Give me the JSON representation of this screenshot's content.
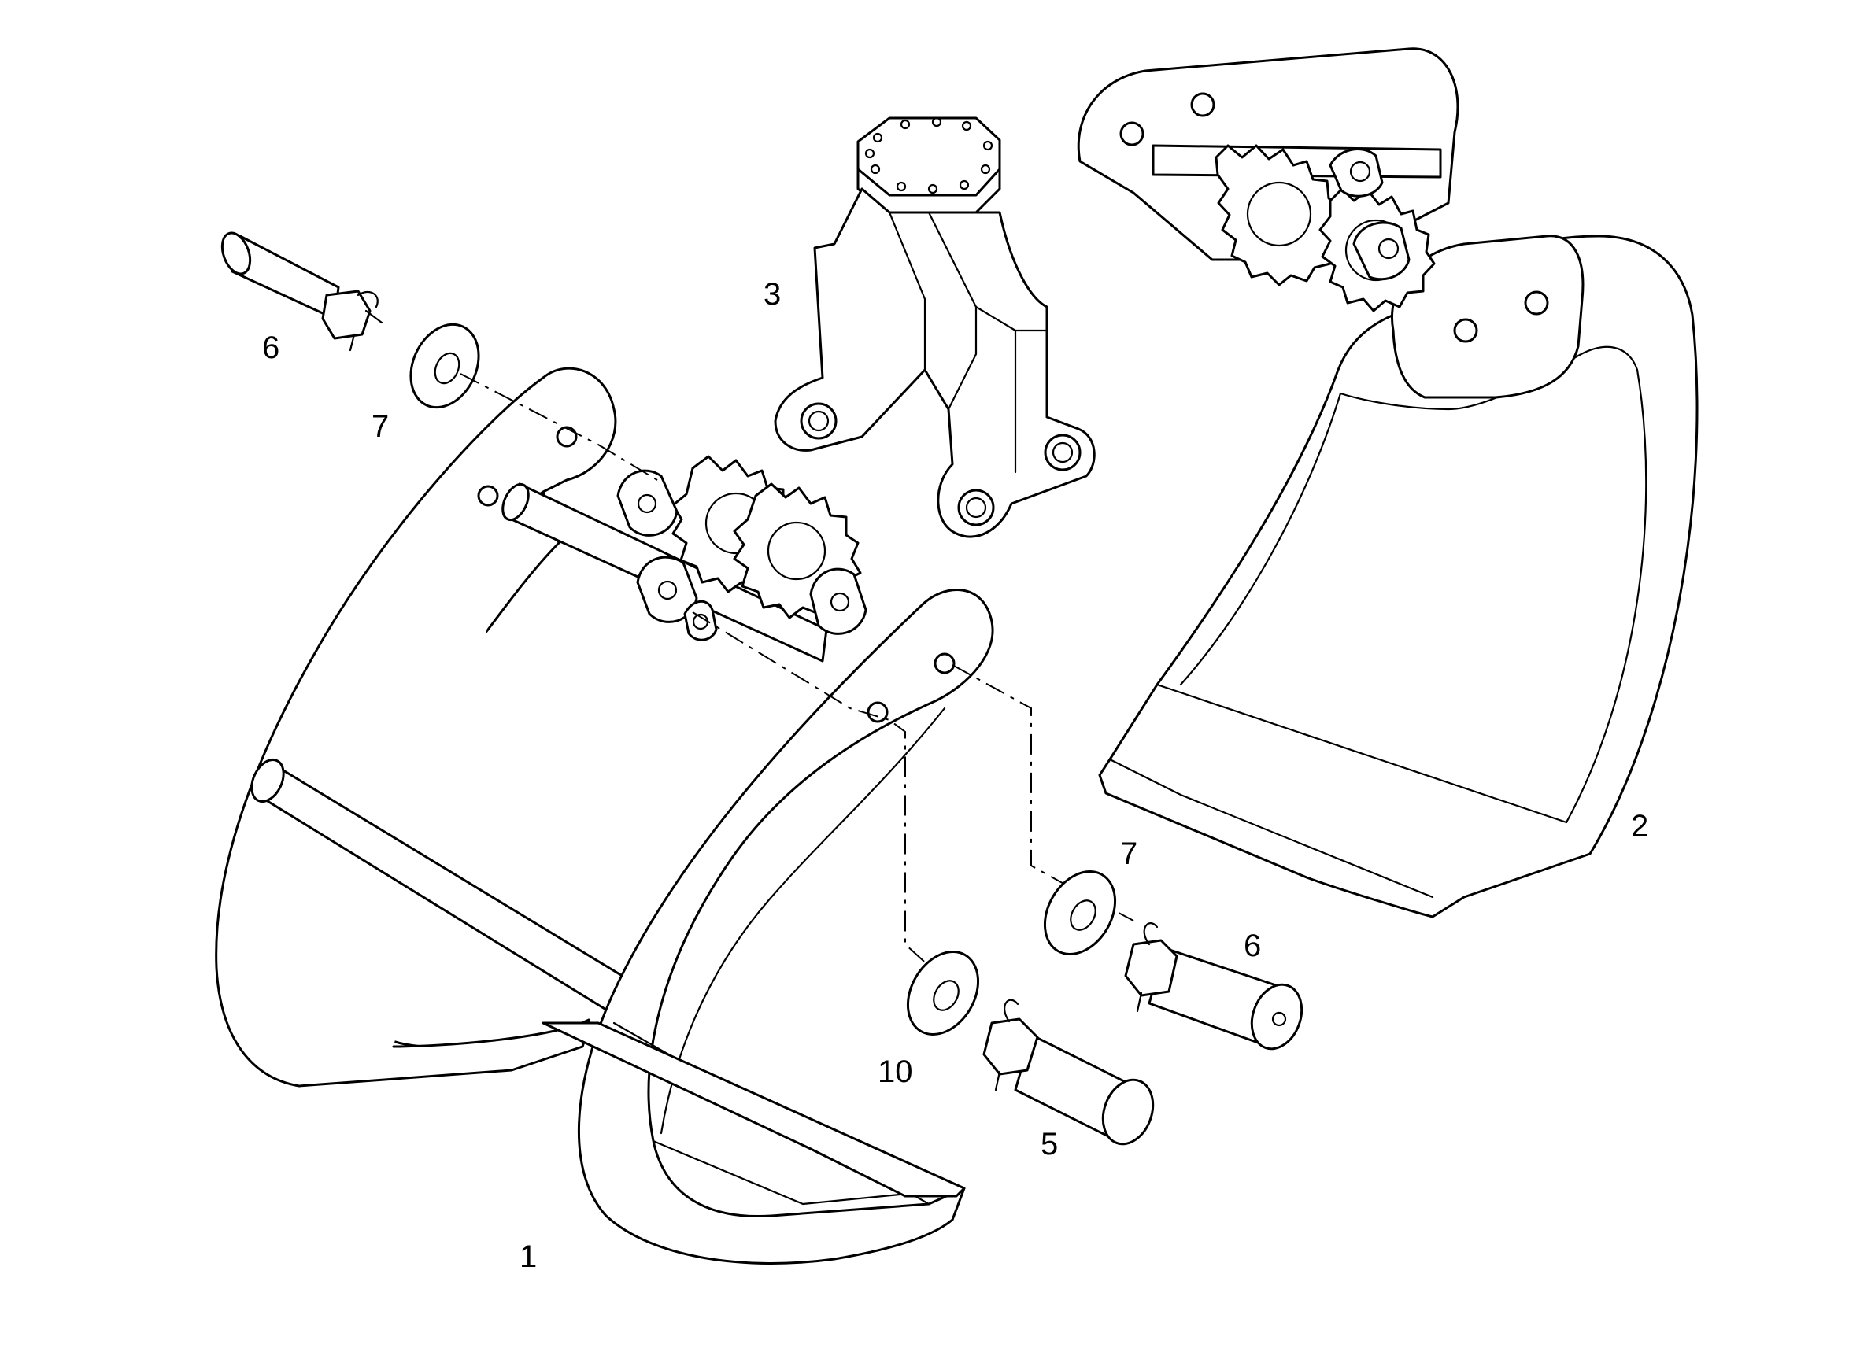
{
  "diagram": {
    "parts": [
      {
        "id": "jaw-left",
        "number": "1"
      },
      {
        "id": "jaw-right",
        "number": "2"
      },
      {
        "id": "rotator-bracket",
        "number": "3"
      },
      {
        "id": "pin-lower",
        "number": "5"
      },
      {
        "id": "pin-upper-left",
        "number": "6"
      },
      {
        "id": "pin-right",
        "number": "6"
      },
      {
        "id": "washer-upper-left",
        "number": "7"
      },
      {
        "id": "washer-right",
        "number": "7"
      },
      {
        "id": "washer-lower",
        "number": "10"
      }
    ],
    "line_color": "#000000",
    "background": "#ffffff"
  }
}
